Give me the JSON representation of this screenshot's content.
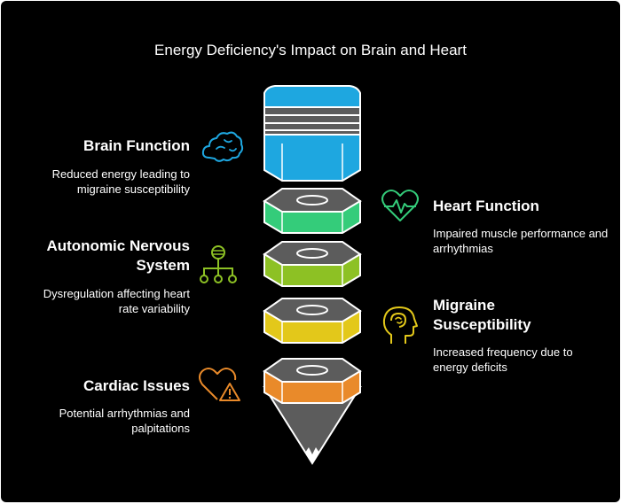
{
  "title": "Energy Deficiency's Impact on Brain and Heart",
  "colors": {
    "background": "#000000",
    "blue": "#1ea7e0",
    "green": "#34cc7a",
    "lime": "#8dc124",
    "yellow": "#e3c81a",
    "orange": "#e98a2a",
    "steel": "#5c5c5c",
    "outline": "#ffffff"
  },
  "items": [
    {
      "id": "brain",
      "side": "left",
      "title": "Brain Function",
      "description": "Reduced energy leading to migraine susceptibility",
      "icon": "cloud-brain-icon",
      "color": "#1ea7e0"
    },
    {
      "id": "heart",
      "side": "right",
      "title": "Heart Function",
      "description": "Impaired muscle performance and arrhythmias",
      "icon": "heart-pulse-icon",
      "color": "#34cc7a"
    },
    {
      "id": "autonomic",
      "side": "left",
      "title": "Autonomic Nervous System",
      "description": "Dysregulation affecting heart rate variability",
      "icon": "hierarchy-icon",
      "color": "#8dc124"
    },
    {
      "id": "migraine",
      "side": "right",
      "title": "Migraine Susceptibility",
      "description": "Increased frequency due to energy deficits",
      "icon": "head-brain-icon",
      "color": "#e3c81a"
    },
    {
      "id": "cardiac",
      "side": "left",
      "title": "Cardiac Issues",
      "description": "Potential arrhythmias and palpitations",
      "icon": "heart-warning-icon",
      "color": "#e98a2a"
    }
  ]
}
